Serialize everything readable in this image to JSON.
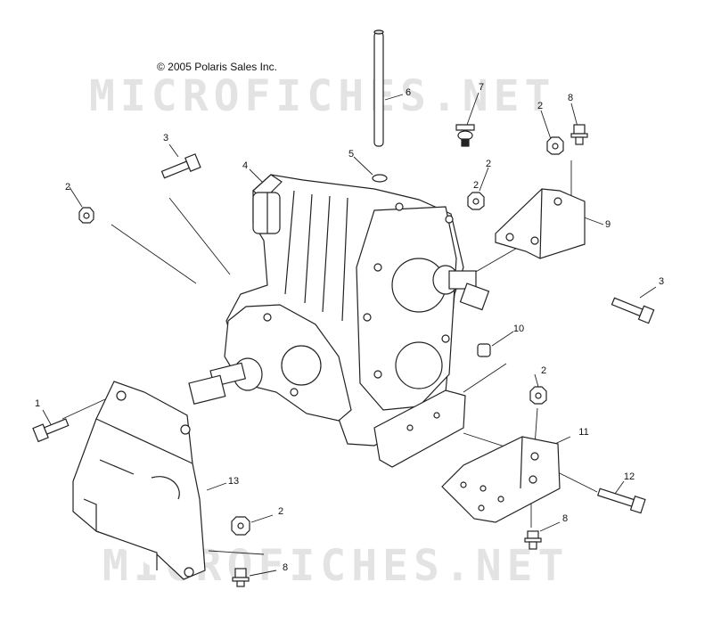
{
  "copyright": "© 2005 Polaris Sales Inc.",
  "watermarks": [
    "MICROFICHES.NET",
    "MICROFICHES.NET"
  ],
  "callouts": [
    "1",
    "2",
    "2",
    "2",
    "2",
    "2",
    "2",
    "3",
    "3",
    "4",
    "5",
    "6",
    "7",
    "8",
    "8",
    "8",
    "9",
    "10",
    "11",
    "12",
    "13"
  ]
}
